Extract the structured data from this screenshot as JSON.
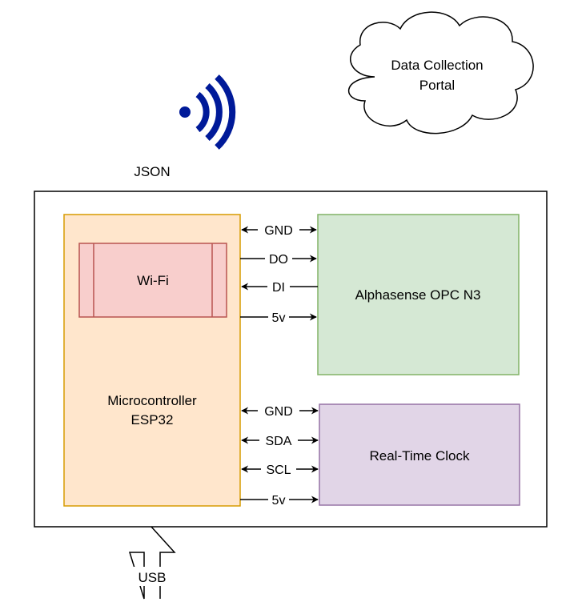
{
  "cloud": {
    "line1": "Data Collection",
    "line2": "Portal"
  },
  "link_label": "JSON",
  "microcontroller": {
    "line1": "Microcontroller",
    "line2": "ESP32"
  },
  "wifi_label": "Wi-Fi",
  "opc_label": "Alphasense OPC N3",
  "rtc_label": "Real-Time Clock",
  "usb_label": "USB",
  "opc_wires": [
    "GND",
    "DO",
    "DI",
    "5v"
  ],
  "rtc_wires": [
    "GND",
    "SDA",
    "SCL",
    "5v"
  ],
  "colors": {
    "mcu_fill": "#ffe6cc",
    "mcu_stroke": "#d79b00",
    "wifi_fill": "#f8cecc",
    "wifi_stroke": "#b85450",
    "opc_fill": "#d5e8d4",
    "opc_stroke": "#82b366",
    "rtc_fill": "#e1d5e7",
    "rtc_stroke": "#9673a6",
    "wifi_symbol": "#001a99"
  }
}
